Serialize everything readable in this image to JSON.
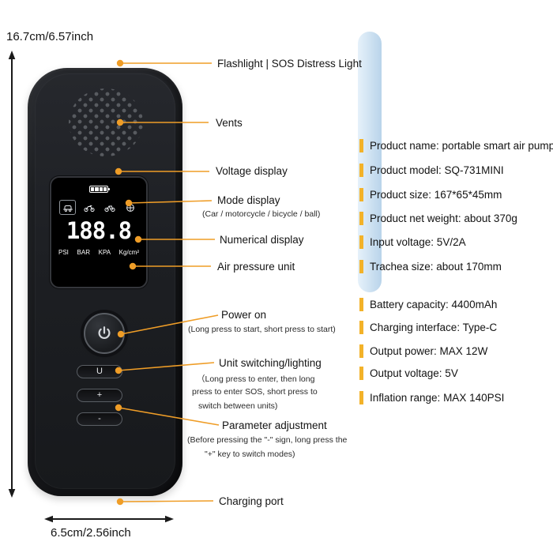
{
  "dimensions": {
    "height_label": "16.7cm/6.57inch",
    "width_label": "6.5cm/2.56inch"
  },
  "device": {
    "display": {
      "digits": "188.8",
      "units": [
        "PSI",
        "BAR",
        "KPA",
        "Kg/cm²"
      ]
    },
    "buttons": {
      "pills": [
        "U",
        "+",
        "-"
      ]
    },
    "icons": {
      "battery": "battery-level-icon",
      "modes": [
        "car-icon",
        "motorcycle-icon",
        "bicycle-icon",
        "ball-icon"
      ],
      "power": "power-icon"
    }
  },
  "callouts": [
    {
      "label": "Flashlight | SOS Distress Light",
      "sub": []
    },
    {
      "label": "Vents",
      "sub": []
    },
    {
      "label": "Voltage display",
      "sub": []
    },
    {
      "label": "Mode display",
      "sub": [
        "(Car / motorcycle / bicycle / ball)"
      ]
    },
    {
      "label": "Numerical display",
      "sub": []
    },
    {
      "label": "Air pressure unit",
      "sub": []
    },
    {
      "label": "Power on",
      "sub": [
        "(Long press to start, short press to start)"
      ]
    },
    {
      "label": "Unit switching/lighting",
      "sub": [
        "（Long press to enter, then long",
        "press to enter SOS, short press to",
        "switch between units)"
      ]
    },
    {
      "label": "Parameter adjustment",
      "sub": [
        "(Before pressing the \"-\" sign, long press the",
        "\"+\" key to switch modes)"
      ]
    },
    {
      "label": "Charging port",
      "sub": []
    }
  ],
  "specs": [
    "Product name: portable smart air pump",
    "Product model: SQ-731MINI",
    "Product size: 167*65*45mm",
    "Product net weight: about 370g",
    "Input voltage: 5V/2A",
    "Trachea size: about 170mm",
    "Battery capacity: 4400mAh",
    "Charging interface: Type-C",
    "Output power: MAX 12W",
    "Output voltage: 5V",
    "Inflation range: MAX 140PSI"
  ],
  "colors": {
    "accent_orange": "#ef9d27",
    "spec_accent": "#f3b229",
    "device_body": "#1c1e21",
    "strip_blue": "#c9dff0"
  }
}
